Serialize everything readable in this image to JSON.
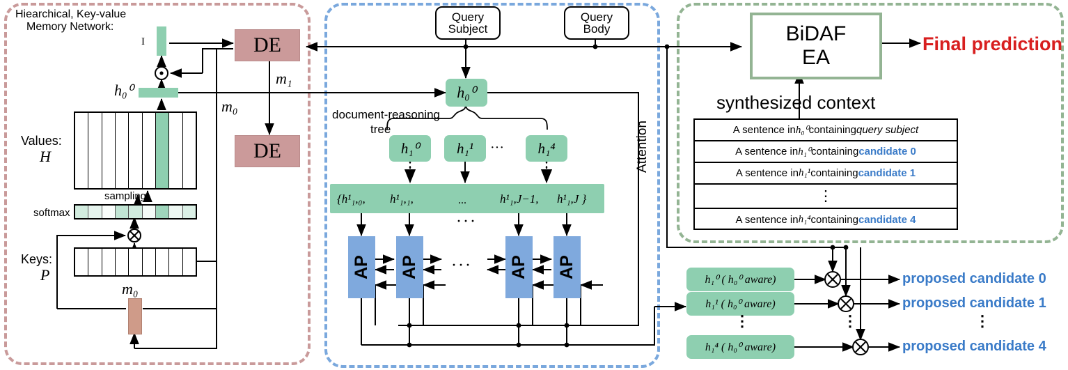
{
  "panels": {
    "left": {
      "name": "Hierarchical Key-value Memory Network panel",
      "color": "#c99a9a"
    },
    "middle": {
      "name": "Document reasoning panel",
      "color": "#7aa8dd"
    },
    "right": {
      "name": "BiDAF prediction panel",
      "color": "#93b493"
    }
  },
  "left_panel": {
    "title_line1": "Hiearchical, Key-value",
    "title_line2": "Memory Network:",
    "input_label": "I",
    "de_top_label": "DE",
    "de_bottom_label": "DE",
    "m1_label": "m₁",
    "m0_label": "m₀",
    "h00_label": "h₀⁰",
    "values_label": "Values:",
    "values_symbol": "H",
    "keys_label": "Keys:",
    "keys_symbol": "P",
    "sampling_label": "sampling",
    "softmax_label": "softmax",
    "m0_vector_label": "m₀",
    "values_cells": 9,
    "values_highlight_index": 6,
    "keys_cells": 9,
    "softmax_values": [
      0.4,
      0.22,
      0.05,
      0.55,
      0.42,
      0.1,
      0.85,
      0.15,
      0.32
    ]
  },
  "middle_panel": {
    "query_subject_line1": "Query",
    "query_subject_line2": "Subject",
    "query_body_line1": "Query",
    "query_body_line2": "Body",
    "root_node": "h₀⁰",
    "tree_label_line1": "document-reasoning",
    "tree_label_line2": "tree",
    "children": [
      "h₁⁰",
      "h₁¹",
      "h₁⁴"
    ],
    "children_ellipsis": "···",
    "sequence_items": [
      "{h¹₁,₀,",
      "h¹₁,₁,",
      "...",
      "h¹₁,J−1,",
      "h¹₁,J }"
    ],
    "ap_label": "AP",
    "ap_count": 4,
    "ap_ellipsis": "···",
    "seq_ellipsis": "···",
    "attention_label": "Attention"
  },
  "right_panel": {
    "bidaf_line1": "BiDAF",
    "bidaf_line2": "EA",
    "final_prediction": "Final prediction",
    "final_prediction_color": "#d81f1f",
    "synthesized_context_label": "synthesized context",
    "context_rows": [
      {
        "prefix": "A sentence in ",
        "symbol": "h₀⁰",
        "middle": " containing ",
        "suffix": "query subject",
        "suffix_style": "italic"
      },
      {
        "prefix": "A sentence in ",
        "symbol": "h₁⁰",
        "middle": " containing ",
        "suffix": "candidate 0",
        "suffix_style": "candidate"
      },
      {
        "prefix": "A sentence in ",
        "symbol": "h₁¹",
        "middle": " containing ",
        "suffix": "candidate 1",
        "suffix_style": "candidate"
      },
      {
        "prefix": "",
        "symbol": "",
        "middle": "",
        "suffix": "⋮",
        "suffix_style": "dots"
      },
      {
        "prefix": "A sentence in ",
        "symbol": "h₁⁴",
        "middle": " containing ",
        "suffix": "candidate 4",
        "suffix_style": "candidate"
      }
    ],
    "aware_boxes": [
      "h₁⁰ ( h₀⁰ aware)",
      "h₁¹ ( h₀⁰ aware)",
      "h₁⁴ ( h₀⁰ aware)"
    ],
    "proposed": [
      "proposed candidate 0",
      "proposed candidate 1",
      "proposed candidate 4"
    ],
    "proposed_color": "#3a7bc8",
    "vertical_dots": "⋮"
  },
  "colors": {
    "green_node": "#8ecfb0",
    "de_box": "#cb9a9a",
    "ap_box": "#7fa9dd",
    "candidate_blue": "#3a7bc8",
    "red": "#d81f1f"
  }
}
